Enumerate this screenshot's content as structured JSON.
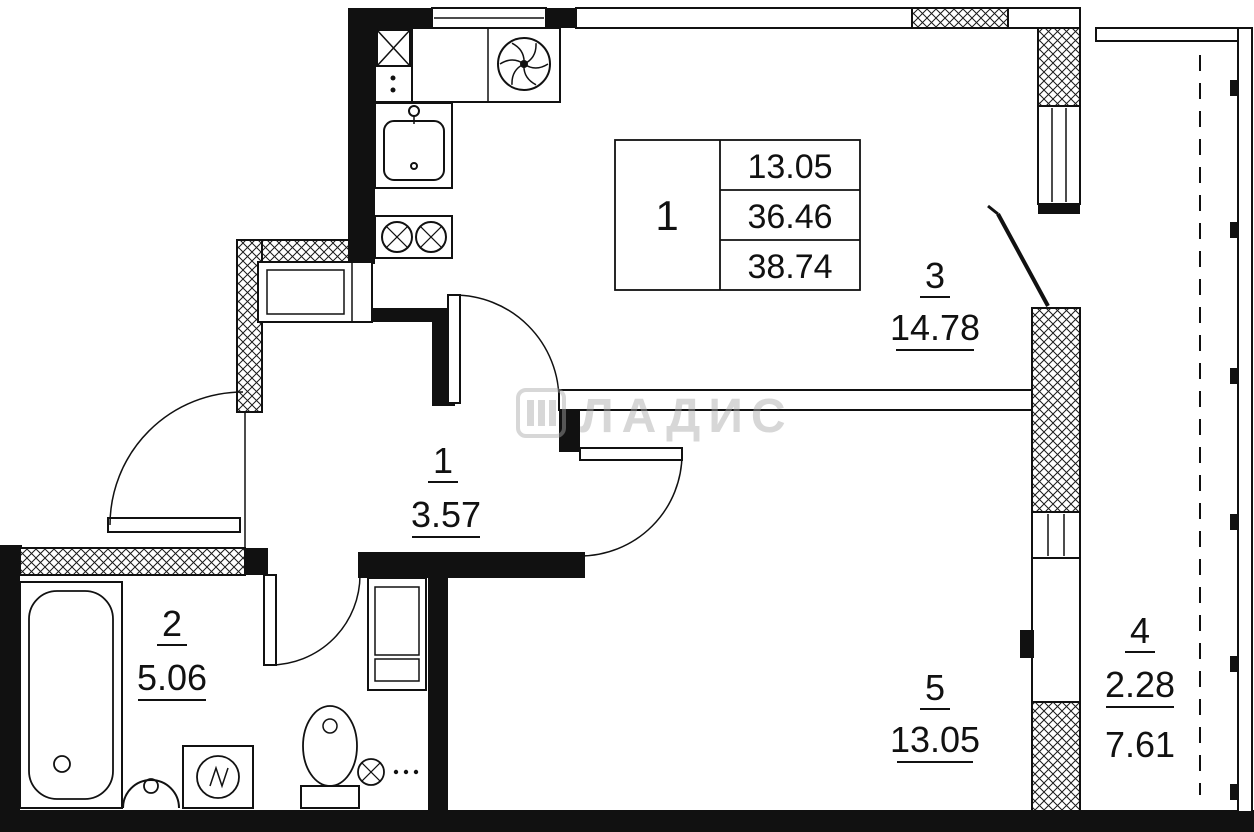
{
  "watermark": {
    "text": "ЛАДИС"
  },
  "info_table": {
    "unit_number": "1",
    "rows": {
      "living_area": "13.05",
      "apartment_area": "36.46",
      "total_area": "38.74"
    }
  },
  "rooms": {
    "hall": {
      "number": "1",
      "area": "3.57"
    },
    "bathroom": {
      "number": "2",
      "area": "5.06"
    },
    "living_kitchen": {
      "number": "3",
      "area": "14.78"
    },
    "balcony": {
      "number": "4",
      "area_reduced": "2.28",
      "area_full": "7.61"
    },
    "bedroom": {
      "number": "5",
      "area": "13.05"
    }
  }
}
